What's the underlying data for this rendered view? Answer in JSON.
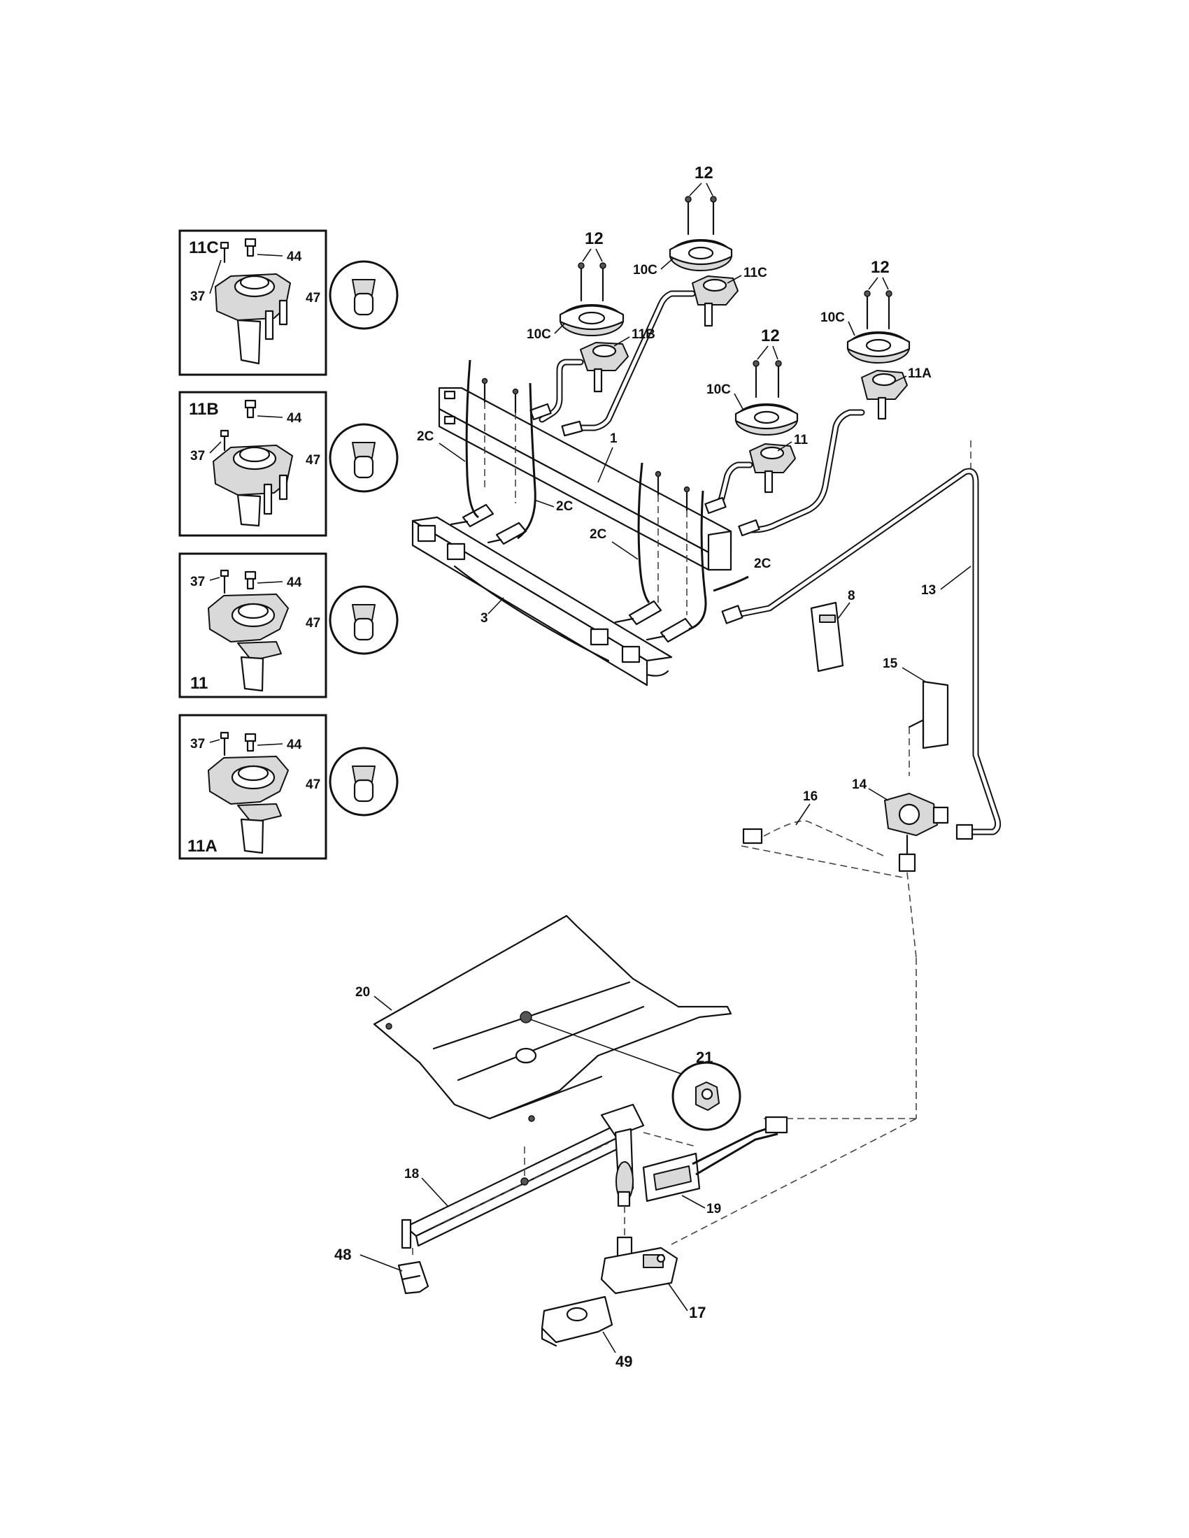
{
  "diagram": {
    "insets": [
      {
        "id": "11C",
        "labels": [
          "11C",
          "44",
          "37",
          "47"
        ]
      },
      {
        "id": "11B",
        "labels": [
          "11B",
          "44",
          "37",
          "47"
        ]
      },
      {
        "id": "11",
        "labels": [
          "11",
          "37",
          "44",
          "47"
        ]
      },
      {
        "id": "11A",
        "labels": [
          "11A",
          "37",
          "44",
          "47"
        ]
      }
    ],
    "callouts": {
      "c1": "1",
      "c2c_a": "2C",
      "c2c_b": "2C",
      "c2c_c": "2C",
      "c2c_d": "2C",
      "c3": "3",
      "c8": "8",
      "c10c_a": "10C",
      "c10c_b": "10C",
      "c10c_c": "10C",
      "c10c_d": "10C",
      "c11": "11",
      "c11a": "11A",
      "c11b": "11B",
      "c11c": "11C",
      "c12_a": "12",
      "c12_b": "12",
      "c12_c": "12",
      "c12_d": "12",
      "c13": "13",
      "c14": "14",
      "c15": "15",
      "c16": "16",
      "c17": "17",
      "c18": "18",
      "c19": "19",
      "c20": "20",
      "c21": "21",
      "c48": "48",
      "c49": "49"
    }
  }
}
